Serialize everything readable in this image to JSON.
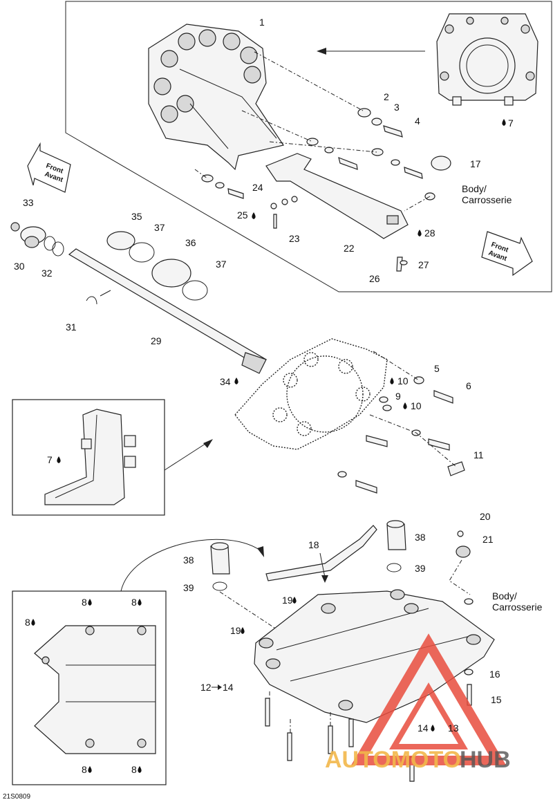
{
  "diagram": {
    "code": "21S0809",
    "callouts": {
      "c1": "1",
      "c2": "2",
      "c3": "3",
      "c4": "4",
      "c5": "5",
      "c6": "6",
      "c7": "7",
      "c7b": "7",
      "c8a": "8",
      "c8b": "8",
      "c8c": "8",
      "c8d": "8",
      "c8e": "8",
      "c9": "9",
      "c10a": "10",
      "c10b": "10",
      "c11": "11",
      "c12": "12",
      "c14a": "14",
      "c13": "13",
      "c14b": "14",
      "c15": "15",
      "c16": "16",
      "c17": "17",
      "c18": "18",
      "c19a": "19",
      "c19b": "19",
      "c20": "20",
      "c21": "21",
      "c22": "22",
      "c23": "23",
      "c24": "24",
      "c25": "25",
      "c26": "26",
      "c27": "27",
      "c28": "28",
      "c29": "29",
      "c30": "30",
      "c31": "31",
      "c32": "32",
      "c33": "33",
      "c34": "34",
      "c35": "35",
      "c36": "36",
      "c37a": "37",
      "c37b": "37",
      "c38a": "38",
      "c38b": "38",
      "c39a": "39",
      "c39b": "39"
    },
    "body_label_top": {
      "line1": "Body/",
      "line2": "Carrosserie"
    },
    "body_label_bottom": {
      "line1": "Body/",
      "line2": "Carrosserie"
    },
    "front_arrow_left": {
      "line1": "Front",
      "line2": "Avant"
    },
    "front_arrow_right": {
      "line1": "Front",
      "line2": "Avant"
    }
  },
  "watermark": {
    "part1": "AUTOMOTO",
    "part2": "HUB"
  },
  "colors": {
    "watermark_red": "#e84c3d",
    "watermark_yellow": "#f2b84b",
    "watermark_grey": "#555555"
  }
}
